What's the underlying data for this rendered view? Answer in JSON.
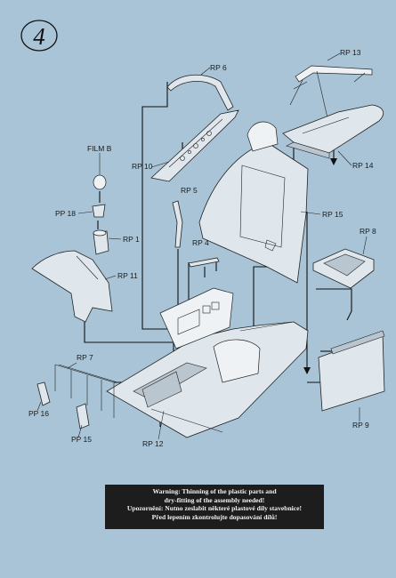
{
  "step": {
    "number": "4"
  },
  "labels": {
    "rp6": "RP 6",
    "rp13": "RP 13",
    "rp14": "RP 14",
    "film_b": "FILM B",
    "rp10": "RP 10",
    "rp5": "RP 5",
    "rp15": "RP 15",
    "pp18": "PP 18",
    "rp1": "RP 1",
    "rp8": "RP 8",
    "rp4": "RP 4",
    "rp11": "RP 11",
    "rp7": "RP 7",
    "pp16": "PP 16",
    "pp15": "PP 15",
    "rp12": "RP 12",
    "rp9": "RP 9"
  },
  "warning": {
    "line1": "Warning: Thinning of the plastic parts and",
    "line2": "dry-fitting of the assembly needed!",
    "line3": "Upozornění: Nutno zeslabit některé plastové díly stavebnice!",
    "line4": "Před lepením zkontrolujte dopasování dílů!"
  }
}
